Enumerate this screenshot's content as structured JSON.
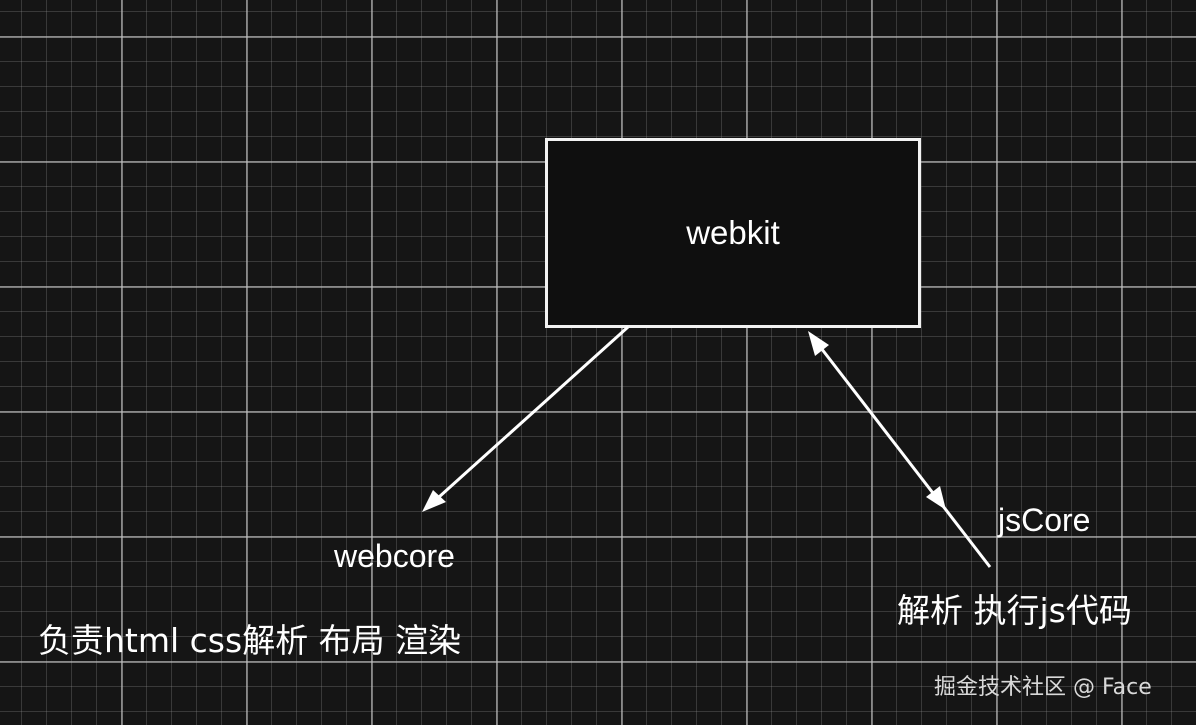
{
  "nodes": {
    "webkit": {
      "label": "webkit"
    },
    "webcore": {
      "label": "webcore",
      "description": "负责html css解析 布局 渲染"
    },
    "jscore": {
      "label": "jsCore",
      "description": "解析 执行js代码"
    }
  },
  "edges": [
    {
      "from": "webkit",
      "to": "webcore",
      "direction": "one-way"
    },
    {
      "from": "webkit",
      "to": "jscore",
      "direction": "two-way"
    }
  ],
  "watermark": "掘金技术社区 @ Face",
  "colors": {
    "background": "#151515",
    "grid": "#bebebe",
    "stroke": "#ffffff",
    "text": "#ffffff"
  }
}
